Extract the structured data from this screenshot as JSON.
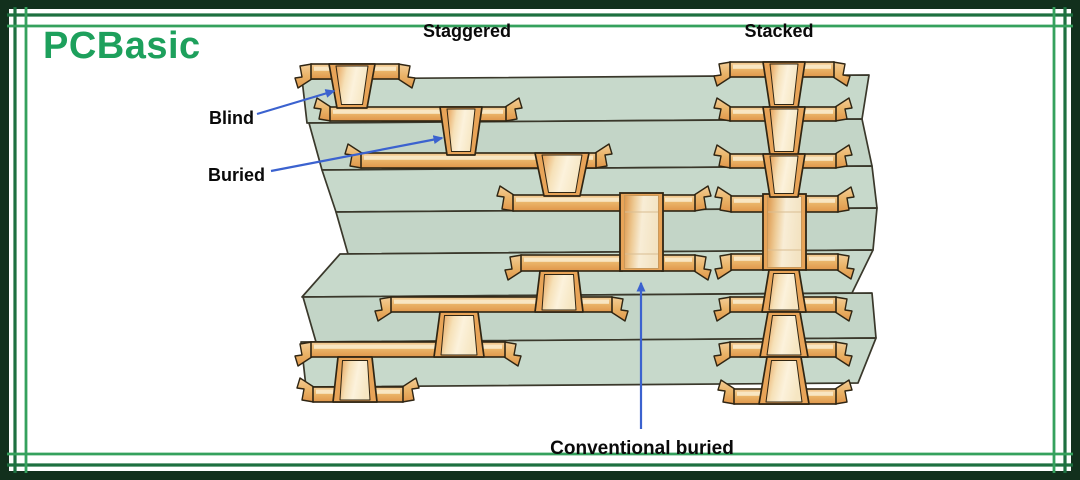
{
  "header": {
    "logo_text": "PCBasic",
    "logo_color": "#1da05c"
  },
  "labels": {
    "staggered": {
      "text": "Staggered"
    },
    "stacked": {
      "text": "Stacked"
    },
    "blind": {
      "text": "Blind"
    },
    "buried": {
      "text": "Buried"
    },
    "conventional_buried": {
      "text": "Conventional buried"
    }
  },
  "frame": {
    "border_color": "#12301d",
    "outer_line_color": "#1d7040",
    "inner_line_color": "#35a15d"
  },
  "palette": {
    "copper_base": "#e8a458",
    "copper_outline": "#2f2513",
    "copper_highlight": "#f9e8c6",
    "copper_wall": "#c9995b",
    "big_via_line": "#d9bd92",
    "board_fill": "#c7d9cb",
    "board_fill_alt": "#c3d5c7",
    "board_outline": "#3a382b",
    "arrow_blue": "#3b62cf"
  },
  "diagram": {
    "description": "Cross-section of a 7-layer PCB showing staggered microvias, stacked microvias, blind via, buried vias and a conventional buried via",
    "board": {
      "boundaries_left_y": [
        79,
        123,
        170,
        212,
        254,
        297,
        342,
        387
      ],
      "boundaries_right_y": [
        75,
        119,
        166,
        208,
        250,
        293,
        338,
        383
      ],
      "left_edges": [
        [
          302,
          307
        ],
        [
          309,
          322
        ],
        [
          322,
          336
        ],
        [
          336,
          348
        ],
        [
          340,
          302
        ],
        [
          303,
          316
        ],
        [
          301,
          306
        ]
      ],
      "right_edges": [
        [
          869,
          862
        ],
        [
          862,
          872
        ],
        [
          872,
          877
        ],
        [
          877,
          873
        ],
        [
          873,
          852
        ],
        [
          872,
          876
        ],
        [
          876,
          858
        ]
      ]
    },
    "bars": [
      [
        "pad-blind-top",
        311,
        399,
        64,
        79,
        "down",
        "down"
      ],
      [
        "trace-1",
        330,
        506,
        107,
        121,
        "up",
        "up"
      ],
      [
        "trace-2",
        361,
        596,
        153,
        168,
        "up",
        "up"
      ],
      [
        "trace-3",
        513,
        622,
        195,
        211,
        "up",
        ""
      ],
      [
        "stub-bigvia-top-right",
        662,
        695,
        195,
        211,
        "",
        "up"
      ],
      [
        "trace-4",
        521,
        622,
        255,
        271,
        "down",
        ""
      ],
      [
        "stub-bigvia-bottom-right",
        662,
        695,
        255,
        271,
        "",
        "down"
      ],
      [
        "trace-5",
        391,
        612,
        297,
        312,
        "down",
        "down"
      ],
      [
        "trace-6",
        311,
        505,
        342,
        357,
        "down",
        "down"
      ],
      [
        "pad-bottom-left",
        313,
        403,
        387,
        402,
        "up",
        "up"
      ],
      [
        "pad-stacked-top",
        730,
        834,
        62,
        77,
        "down",
        "down"
      ],
      [
        "stacked-trace-1",
        730,
        836,
        107,
        121,
        "up",
        "up"
      ],
      [
        "stacked-trace-2",
        730,
        836,
        154,
        168,
        "up",
        "up"
      ],
      [
        "stub-stacked-top-left",
        731,
        763,
        196,
        212,
        "up",
        ""
      ],
      [
        "stub-stacked-top-right",
        806,
        838,
        196,
        212,
        "",
        "up"
      ],
      [
        "stub-stacked-bottom-left",
        731,
        763,
        254,
        270,
        "down",
        ""
      ],
      [
        "stub-stacked-bottom-right",
        806,
        838,
        254,
        270,
        "",
        "down"
      ],
      [
        "stacked-trace-3",
        730,
        836,
        297,
        312,
        "down",
        "down"
      ],
      [
        "stacked-trace-4",
        730,
        836,
        342,
        357,
        "down",
        "down"
      ],
      [
        "pad-stacked-bottom",
        734,
        836,
        389,
        404,
        "up",
        "up"
      ]
    ],
    "vias": [
      [
        "via-blind",
        352,
        64,
        108,
        23,
        15,
        "up"
      ],
      [
        "via-buried-1",
        461,
        107,
        155,
        21,
        14,
        "up"
      ],
      [
        "via-buried-2",
        562,
        153,
        196,
        27,
        18,
        "up"
      ],
      [
        "via-buried-3",
        559,
        271,
        312,
        24,
        19,
        "down"
      ],
      [
        "via-buried-4",
        459,
        312,
        357,
        25,
        19,
        "down"
      ],
      [
        "via-bottom",
        355,
        357,
        402,
        22,
        17,
        "down"
      ],
      [
        "via-stacked-1",
        784,
        62,
        108,
        21,
        14,
        "up"
      ],
      [
        "via-stacked-2",
        784,
        107,
        155,
        21,
        14,
        "up"
      ],
      [
        "via-stacked-3",
        784,
        154,
        197,
        21,
        14,
        "up"
      ],
      [
        "via-stacked-5",
        784,
        270,
        312,
        22,
        15,
        "down"
      ],
      [
        "via-stacked-6",
        784,
        312,
        357,
        24,
        16,
        "down"
      ],
      [
        "via-stacked-7",
        784,
        357,
        404,
        25,
        17,
        "down"
      ]
    ],
    "big_vias": [
      [
        "conventional-buried-via",
        620,
        663,
        193,
        271,
        [
          212,
          254
        ]
      ],
      [
        "stacked-center-via",
        763,
        806,
        194,
        270,
        [
          212,
          250
        ]
      ]
    ],
    "arrows": [
      {
        "name": "arrow-blind",
        "from": [
          257,
          114
        ],
        "to": [
          334,
          91
        ]
      },
      {
        "name": "arrow-buried",
        "from": [
          271,
          171
        ],
        "to": [
          442,
          138
        ]
      },
      {
        "name": "arrow-conventional-buried",
        "from": [
          641,
          429
        ],
        "to": [
          641,
          283
        ]
      }
    ]
  }
}
